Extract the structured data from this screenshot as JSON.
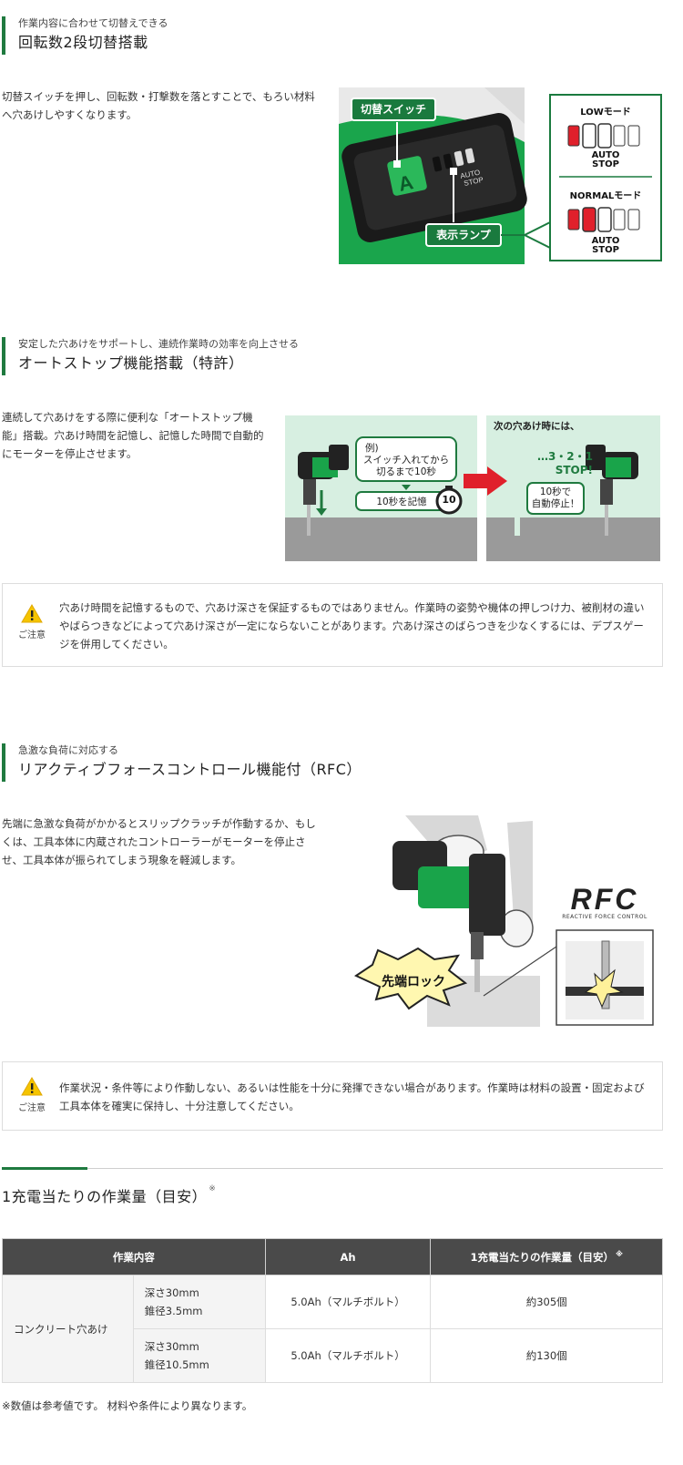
{
  "section1": {
    "subtitle": "作業内容に合わせて切替えできる",
    "title": "回転数2段切替搭載",
    "body": "切替スイッチを押し、回転数・打撃数を落とすことで、もろい材料へ穴あけしやすくなります。",
    "figure": {
      "switch_callout": "切替スイッチ",
      "lamp_callout": "表示ランプ",
      "auto_stop_panel_text": "AUTO STOP",
      "low_mode": "LOWモード",
      "normal_mode": "NORMALモード",
      "auto_stop": "AUTO",
      "auto_stop2": "STOP"
    }
  },
  "section2": {
    "subtitle": "安定した穴あけをサポートし、連続作業時の効率を向上させる",
    "title": "オートストップ機能搭載（特許）",
    "body": "連続して穴あけをする際に便利な「オートストップ機能」搭載。穴あけ時間を記憶し、記憶した時間で自動的にモーターを停止させます。",
    "figure": {
      "example_l1": "例)",
      "example_l2": "スイッチ入れてから",
      "example_l3": "切るまで10秒",
      "memory": "10秒を記憶",
      "timer": "10",
      "next_title": "次の穴あけ時には、",
      "countdown": "…3・2・1",
      "stop": "STOP!",
      "auto_l1": "10秒で",
      "auto_l2": "自動停止！"
    },
    "caution": {
      "label": "ご注意",
      "text": "穴あけ時間を記憶するもので、穴あけ深さを保証するものではありません。作業時の姿勢や機体の押しつけ力、被削材の違いやばらつきなどによって穴あけ深さが一定にならないことがあります。穴あけ深さのばらつきを少なくするには、デプスゲージを併用してください。"
    }
  },
  "section3": {
    "subtitle": "急激な負荷に対応する",
    "title": "リアクティブフォースコントロール機能付（RFC）",
    "body": "先端に急激な負荷がかかるとスリップクラッチが作動するか、もしくは、工具本体に内蔵されたコントローラーがモーターを停止させ、工具本体が振られてしまう現象を軽減します。",
    "figure": {
      "logo": "RFC",
      "logo_sub": "REACTIVE FORCE CONTROL",
      "lock": "先端ロック"
    },
    "caution": {
      "label": "ご注意",
      "text": "作業状況・条件等により作動しない、あるいは性能を十分に発揮できない場合があります。作業時は材料の設置・固定および工具本体を確実に保持し、十分注意してください。"
    }
  },
  "workload": {
    "title": "1充電当たりの作業量（目安）",
    "title_mark": "※",
    "headers": [
      "作業内容",
      "Ah",
      "1充電当たりの作業量（目安）"
    ],
    "header_mark": "※",
    "row_group": "コンクリート穴あけ",
    "rows": [
      {
        "depth": "深さ30mm",
        "dia": "錐径3.5mm",
        "ah": "5.0Ah（マルチボルト）",
        "amount": "約305個"
      },
      {
        "depth": "深さ30mm",
        "dia": "錐径10.5mm",
        "ah": "5.0Ah（マルチボルト）",
        "amount": "約130個"
      }
    ],
    "note": "※数値は参考値です。 材料や条件により異なります。"
  },
  "colors": {
    "brand_green": "#1f7a3f",
    "tool_green": "#19a44a",
    "lamp_red": "#e0202b",
    "header_dark": "#4a4a4a",
    "warning_yellow": "#f5c400"
  }
}
